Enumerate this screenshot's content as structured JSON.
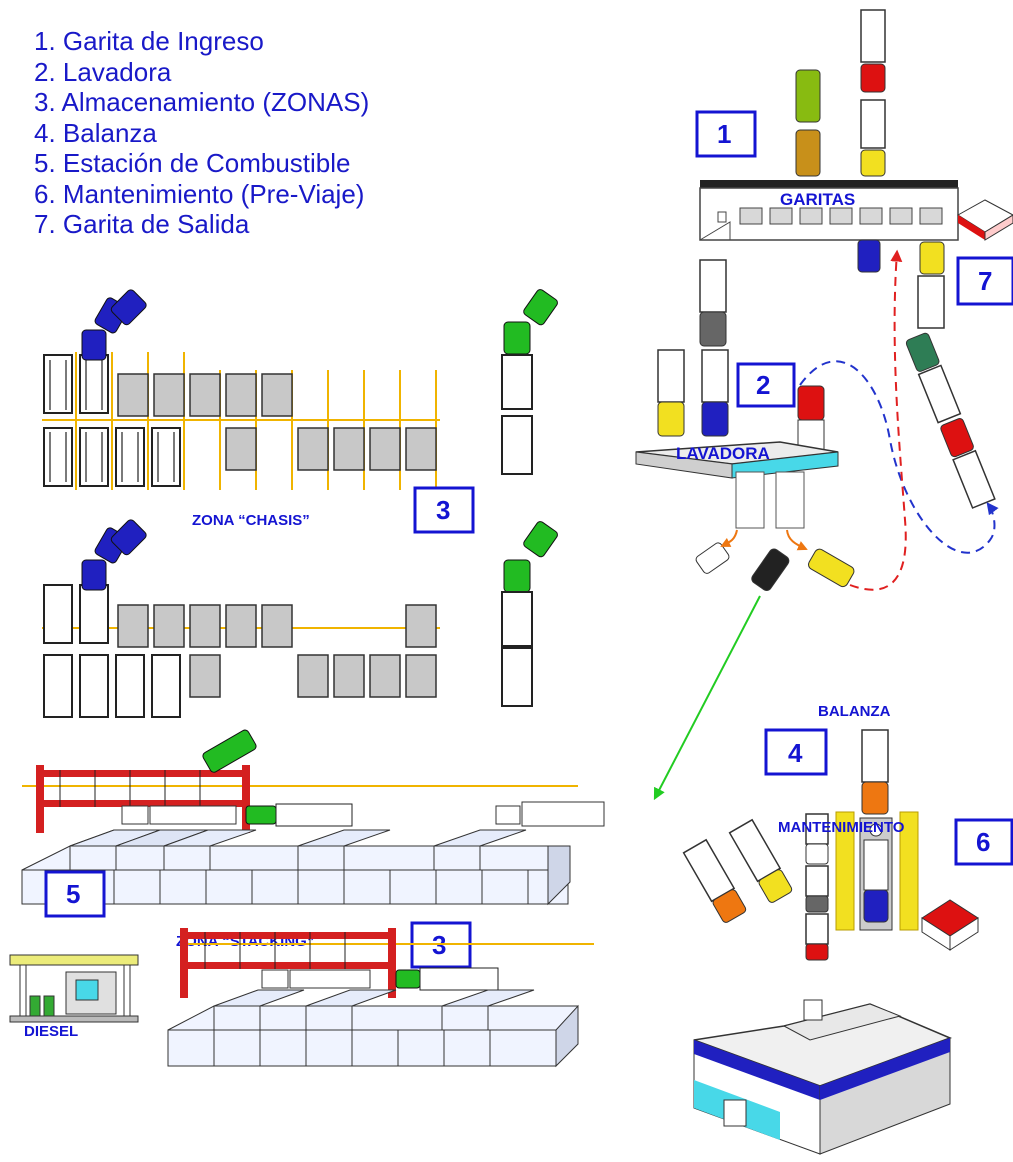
{
  "legend": {
    "items": [
      "1. Garita de Ingreso",
      "2. Lavadora",
      "3. Almacenamiento (ZONAS)",
      "4. Balanza",
      "5. Estación de Combustible",
      "6. Mantenimiento (Pre-Viaje)",
      "7. Garita de Salida"
    ]
  },
  "areas": {
    "garitas": {
      "label": "GARITAS",
      "number": "1"
    },
    "lavadora": {
      "label": "LAVADORA",
      "number": "2"
    },
    "zona_chasis": {
      "label": "ZONA “CHASIS”",
      "number": "3"
    },
    "zona_stacking": {
      "label": "ZONA “STACKING”",
      "number": "3"
    },
    "balanza": {
      "label": "BALANZA",
      "number": "4"
    },
    "diesel": {
      "label": "DIESEL",
      "number": "5"
    },
    "mantenimiento": {
      "label": "MANTENIMIENTO",
      "number": "6"
    },
    "garita_salida": {
      "number": "7"
    }
  },
  "colors": {
    "label_blue": "#1414d2",
    "legend_blue": "#1919c8",
    "route_blue": "#2233cc",
    "route_red": "#e02020",
    "route_green": "#22cc22",
    "route_orange": "#ee7711",
    "rail_yellow": "#f0b400",
    "crane_red": "#d42020",
    "container_fill": "#f0f4ff",
    "truck_blue": "#2020c0",
    "truck_green": "#22bb22",
    "truck_red": "#dd1111",
    "truck_yellow": "#f2e020",
    "truck_gray": "#666666",
    "truck_orange": "#ee7711",
    "truck_olive": "#88bb11",
    "truck_mustard": "#c8901a",
    "truck_teal": "#2e7d55",
    "cyan_roof": "#48d8e8"
  }
}
